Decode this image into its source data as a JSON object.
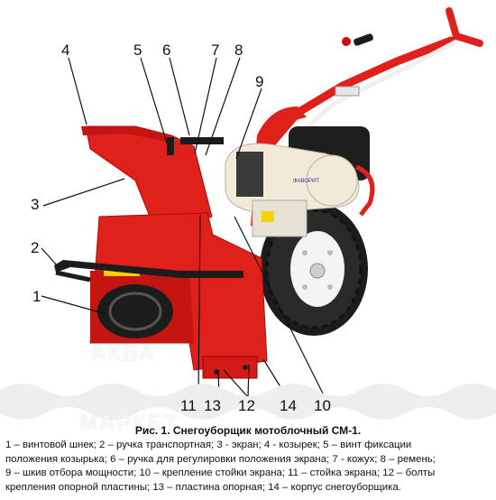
{
  "callouts": [
    "1",
    "2",
    "3",
    "4",
    "5",
    "6",
    "7",
    "8",
    "9",
    "10",
    "11",
    "12",
    "13",
    "14"
  ],
  "caption": {
    "title": "Рис. 1. Снегоуборщик мотоблочный  СМ-1.",
    "legend_line1": "1 – винтовой шнек; 2 – ручка транспортная; 3 - экран; 4 - козырек;  5 – винт фиксации",
    "legend_line2": "положения козырька; 6 – ручка для регулировки положения экрана;  7 - кожух; 8 – ремень;",
    "legend_line3": "9 – шкив отбора мощности; 10 – крепление стойки экрана; 11 – стойка экрана; 12 – болты",
    "legend_line4": "крепления опорной пластины; 13 – пластина опорная; 14 – корпус снегоуборщика."
  },
  "decal_text": "ФАВОРИТ",
  "watermark": {
    "line1": "АКВА",
    "line2": "МАРКЕТ"
  },
  "colors": {
    "body_red": "#e0201b",
    "engine_cream": "#f2ead8",
    "tire": "#1c1c1c",
    "rim": "#f4f4f2"
  }
}
